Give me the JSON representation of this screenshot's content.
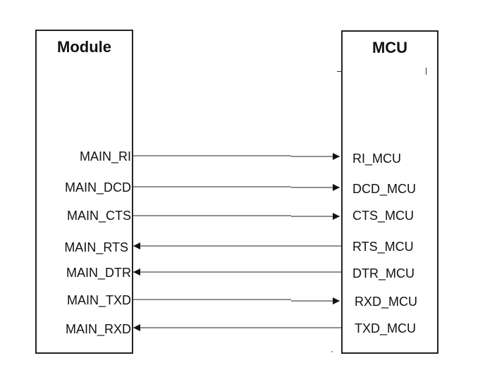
{
  "module": {
    "title": "Module",
    "pins": [
      "MAIN_RI",
      "MAIN_DCD",
      "MAIN_CTS",
      "MAIN_RTS",
      "MAIN_DTR",
      "MAIN_TXD",
      "MAIN_RXD"
    ]
  },
  "mcu": {
    "title": "MCU",
    "pins": [
      "RI_MCU",
      "DCD_MCU",
      "CTS_MCU",
      "RTS_MCU",
      "DTR_MCU",
      "RXD_MCU",
      "TXD_MCU"
    ]
  },
  "connections": [
    {
      "from": "MAIN_RI",
      "to": "RI_MCU",
      "direction": "module-to-mcu"
    },
    {
      "from": "MAIN_DCD",
      "to": "DCD_MCU",
      "direction": "module-to-mcu"
    },
    {
      "from": "MAIN_CTS",
      "to": "CTS_MCU",
      "direction": "module-to-mcu"
    },
    {
      "from": "RTS_MCU",
      "to": "MAIN_RTS",
      "direction": "mcu-to-module"
    },
    {
      "from": "DTR_MCU",
      "to": "MAIN_DTR",
      "direction": "mcu-to-module"
    },
    {
      "from": "MAIN_TXD",
      "to": "RXD_MCU",
      "direction": "module-to-mcu"
    },
    {
      "from": "TXD_MCU",
      "to": "MAIN_RXD",
      "direction": "mcu-to-module"
    }
  ]
}
